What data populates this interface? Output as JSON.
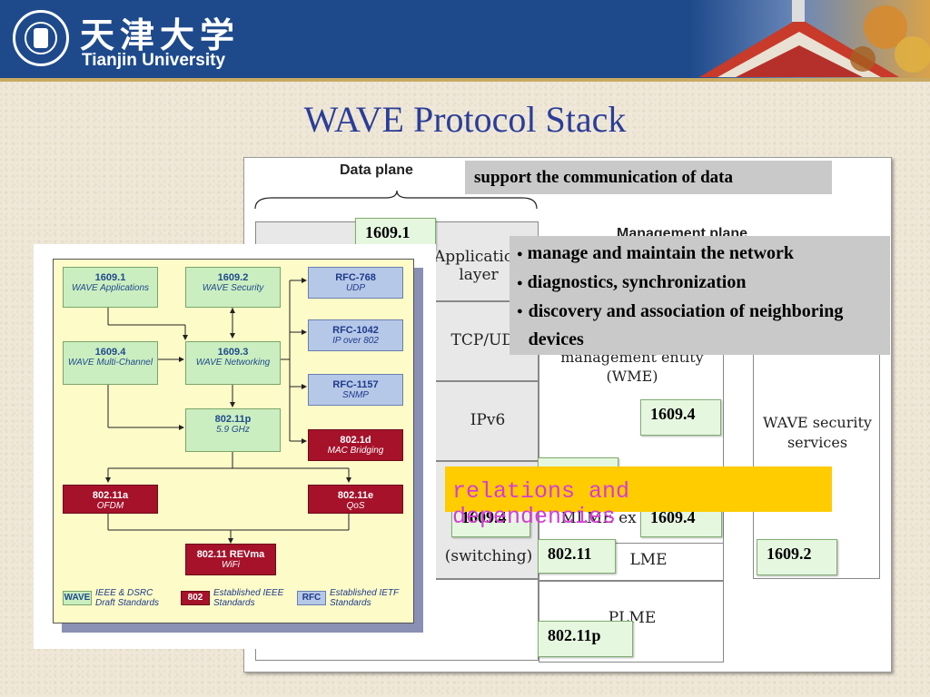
{
  "header": {
    "logo_cn": "天津大学",
    "logo_en": "Tianjin University",
    "bg_color": "#1e4a8c"
  },
  "slide": {
    "title": "WAVE Protocol Stack",
    "title_color": "#2b3d98"
  },
  "diagram": {
    "data_plane_label": "Data plane",
    "management_plane_label": "Management plane",
    "cells": {
      "application": "Application layer",
      "tcp_udp": "TCP/UDP",
      "ipv6": "IPv6",
      "switching": "(switching)",
      "wme": "management entity (WME)",
      "mlme_ext": "MLME ex",
      "mlme": "LME",
      "plme": "PLME",
      "wave_security": "WAVE security services"
    },
    "labels": {
      "l1609_1": "1609.1",
      "l1609_4_a": "1609.4",
      "l1609_4_b": "1609.4",
      "l1609_4_c": "1609.4",
      "l802_11": "802.11",
      "l1609_2": "1609.2",
      "l802_11p": "802.11p"
    }
  },
  "callouts": {
    "data_support": "support the communication of data",
    "management_bullets": [
      "manage and maintain the network",
      "diagnostics, synchronization",
      "discovery and association of neighboring devices"
    ],
    "relations": "relations and dependencies",
    "relations_color": "#d63cd6",
    "relations_bg": "#ffcc00"
  },
  "inset": {
    "boxes": {
      "b1609_1": {
        "title": "1609.1",
        "sub": "WAVE Applications"
      },
      "b1609_2": {
        "title": "1609.2",
        "sub": "WAVE Security"
      },
      "rfc768": {
        "title": "RFC-768",
        "sub": "UDP"
      },
      "b1609_4": {
        "title": "1609.4",
        "sub": "WAVE Multi-Channel"
      },
      "b1609_3": {
        "title": "1609.3",
        "sub": "WAVE Networking"
      },
      "rfc1042": {
        "title": "RFC-1042",
        "sub": "IP over 802"
      },
      "rfc1157": {
        "title": "RFC-1157",
        "sub": "SNMP"
      },
      "b80211p": {
        "title": "802.11p",
        "sub": "5.9 GHz"
      },
      "b8021d": {
        "title": "802.1d",
        "sub": "MAC Bridging"
      },
      "b80211a": {
        "title": "802.11a",
        "sub": "OFDM"
      },
      "b80211e": {
        "title": "802.11e",
        "sub": "QoS"
      },
      "b80211revma": {
        "title": "802.11 REVma",
        "sub": "WiFi"
      }
    },
    "legend": {
      "wave_tag": "WAVE",
      "wave_text": "IEEE & DSRC Draft Standards",
      "ieee_tag": "802",
      "ieee_text": "Established IEEE Standards",
      "rfc_tag": "RFC",
      "rfc_text": "Established IETF Standards"
    }
  }
}
